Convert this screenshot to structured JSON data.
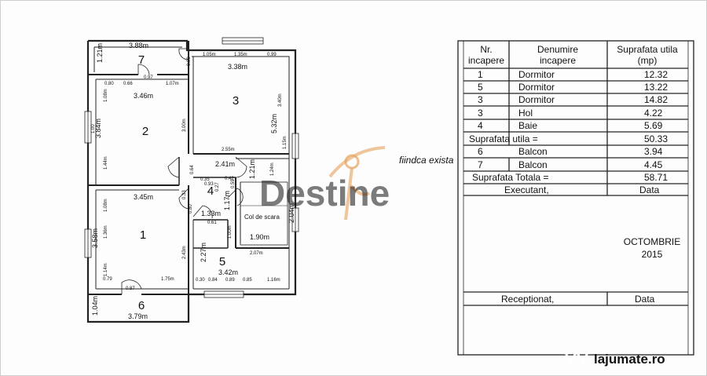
{
  "plan": {
    "rooms": [
      {
        "number": "1",
        "id": "room-1"
      },
      {
        "number": "2",
        "id": "room-2"
      },
      {
        "number": "3",
        "id": "room-3"
      },
      {
        "number": "4",
        "id": "room-4"
      },
      {
        "number": "5",
        "id": "room-5"
      },
      {
        "number": "6",
        "id": "room-6"
      },
      {
        "number": "7",
        "id": "room-7"
      }
    ],
    "stair_label": "Col de scara",
    "dims": {
      "d388": "3.88m",
      "d121a": "1.21m",
      "d090a": "0.90",
      "d105": "1.05m",
      "d135": "1.35m",
      "d099": "0.99",
      "d338": "3.38m",
      "d080a": "0.80",
      "d066": "0.66",
      "d097": "0.97",
      "d107": "1.07m",
      "d108": "1.08m",
      "d346": "3.46m",
      "d340": "3.40m",
      "d300": "3.00m",
      "d532": "5.32m",
      "d384": "3.84m",
      "d100a": "1.00",
      "d144": "1.44m",
      "d255": "2.55m",
      "d115": "1.15m",
      "d241": "2.41m",
      "d064": "0.64",
      "d121b": "1.21m",
      "d124": "1.24m",
      "d035": "0.35",
      "d093": "0.93",
      "d027": "0.27",
      "d042": "0.42",
      "d059": "0.59",
      "d345": "3.45m",
      "d108b": "1.08m",
      "d033": "0.33",
      "d080b": "0.80",
      "d117": "1.17m",
      "d133": "1.33m",
      "d061": "0.61",
      "d204": "2.04m",
      "d100b": "1.00m",
      "d190": "1.90m",
      "d136": "1.36m",
      "d358": "3.58m",
      "d243": "2.43m",
      "d207": "2.07m",
      "d227": "2.27m",
      "d114": "1.14m",
      "d342": "3.42m",
      "d079": "0.79",
      "d175": "1.75m",
      "d030": "0.30",
      "d084": "0.84",
      "d089": "0.89",
      "d085": "0.85",
      "d116": "1.16m",
      "d087": "0.87",
      "d104": "1.04m",
      "d379": "3.79m"
    }
  },
  "table": {
    "header": [
      "Nr.",
      "incapere",
      "Denumire",
      "incapere",
      "Suprafata utila",
      "(mp)"
    ],
    "rows": [
      {
        "nr": "1",
        "name": "Dormitor",
        "area": "12.32"
      },
      {
        "nr": "5",
        "name": "Dormitor",
        "area": "13.22"
      },
      {
        "nr": "3",
        "name": "Dormitor",
        "area": "14.82"
      },
      {
        "nr": "3",
        "name": "Hol",
        "area": "4.22"
      },
      {
        "nr": "4",
        "name": "Baie",
        "area": "5.69"
      }
    ],
    "useful_label": "Suprafata utila =",
    "useful_value": "50.33",
    "balcony_rows": [
      {
        "nr": "6",
        "name": "Balcon",
        "area": "3.94"
      },
      {
        "nr": "7",
        "name": "Balcon",
        "area": "4.45"
      }
    ],
    "total_label": "Suprafata Totala =",
    "total_value": "58.71",
    "executant_label": "Executant,",
    "data_label": "Data",
    "date_month": "OCTOMBRIE",
    "date_year": "2015",
    "received_label": "Receptionat,",
    "data_label2": "Data"
  },
  "watermark": {
    "brand": "Destine",
    "tagline": "fiindca exista",
    "site_logo": "lajumate.ro"
  },
  "colors": {
    "line": "#222222",
    "watermark_orange": "#e6a15c"
  }
}
